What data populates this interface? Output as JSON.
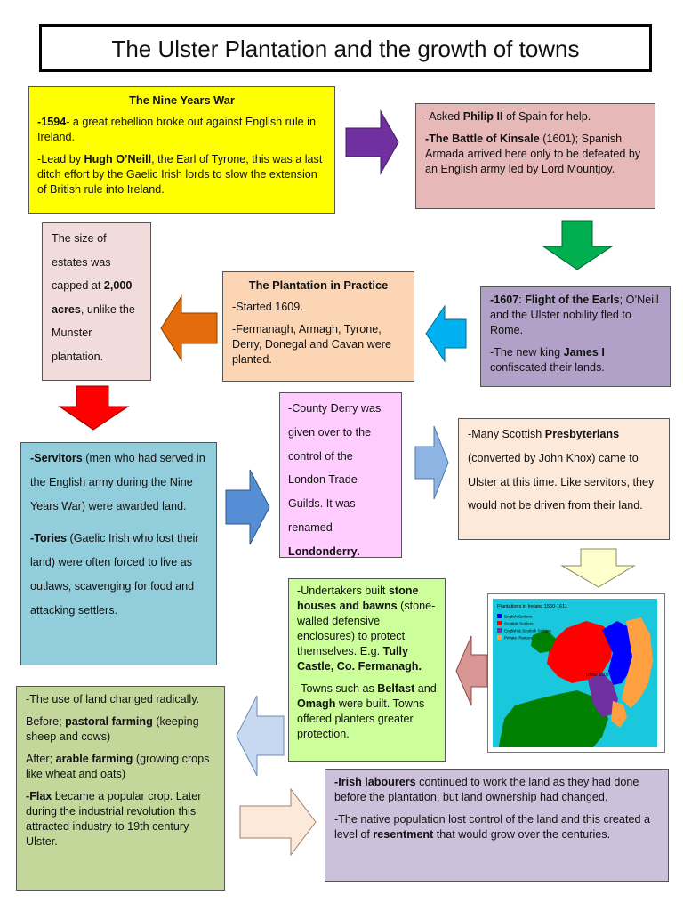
{
  "title": "The Ulster Plantation and the growth of towns",
  "nine_years_war": {
    "heading": "The Nine Years War",
    "p1_b": "-1594",
    "p1_rest": "- a great rebellion broke out against English rule in Ireland.",
    "p2_a": "-Lead by ",
    "p2_b": "Hugh O’Neill",
    "p2_rest": ", the Earl of Tyrone, this was a last ditch effort by the Gaelic Irish lords to slow the extension of British rule into Ireland."
  },
  "philip": {
    "p1_a": "-Asked ",
    "p1_b": "Philip II",
    "p1_rest": " of Spain for help.",
    "p2_b": "-The Battle of Kinsale",
    "p2_rest": " (1601); Spanish Armada arrived here only to be defeated by an English army led by Lord Mountjoy."
  },
  "estates": {
    "a": "The size of estates was capped at ",
    "b": "2,000 acres",
    "rest": ", unlike the Munster plantation."
  },
  "practice": {
    "heading": "The Plantation in Practice",
    "p1": "-Started 1609.",
    "p2": "-Fermanagh, Armagh, Tyrone, Derry, Donegal and Cavan were planted."
  },
  "earls": {
    "p1_b": "-1607",
    "p1_mid": ": ",
    "p1_b2": "Flight of the Earls",
    "p1_rest": "; O’Neill and the Ulster nobility fled to Rome.",
    "p2_a": "-The new king ",
    "p2_b": "James I",
    "p2_rest": " confiscated their lands."
  },
  "derry": {
    "a": "-County Derry was given over to the control of the London Trade Guilds. It was renamed ",
    "b": "Londonderry",
    "rest": "."
  },
  "scots": {
    "a": "-Many Scottish ",
    "b": "Presbyterians",
    "rest": " (converted by John Knox) came to Ulster at this time. Like servitors, they would not be driven from their land."
  },
  "servitors": {
    "p1_b": "-Servitors",
    "p1_rest": " (men who had served in the English army during the Nine Years War) were awarded land.",
    "p2_b": "-Tories",
    "p2_rest": " (Gaelic Irish who lost their land) were often forced to live as outlaws, scavenging for food and attacking settlers."
  },
  "undertakers": {
    "p1_a": "-Undertakers built ",
    "p1_b": "stone houses and bawns",
    "p1_mid": " (stone-walled defensive enclosures) to protect themselves. E.g. ",
    "p1_b2": "Tully Castle, Co. Fermanagh.",
    "p2_a": "-Towns such as ",
    "p2_b": "Belfast",
    "p2_mid": " and ",
    "p2_b2": "Omagh",
    "p2_rest": " were built. Towns offered planters greater protection."
  },
  "map": {
    "title": "Plantations in Ireland 1550-1611",
    "legend": [
      "English Settlers",
      "Scottish Settlers",
      "English & Scottish Settlers",
      "Private Planters"
    ],
    "label": "Ulster 1609"
  },
  "land_use": {
    "p1": "-The use of land changed radically.",
    "p2_a": "Before; ",
    "p2_b": "pastoral farming",
    "p2_rest": " (keeping sheep and cows)",
    "p3_a": "After; ",
    "p3_b": "arable farming",
    "p3_rest": " (growing crops like wheat and oats)",
    "p4_b": "-Flax",
    "p4_rest": " became a popular crop. Later during the industrial revolution this attracted industry to 19th century Ulster."
  },
  "labourers": {
    "p1_b": "-Irish labourers",
    "p1_rest": " continued to work the land as they had done before the plantation, but land ownership had changed.",
    "p2_a": "-The native population lost control of the land and this created a level of ",
    "p2_b": "resentment",
    "p2_rest": " that would grow over the centuries."
  },
  "colors": {
    "map_water": "#19c8dc",
    "english": "#0000ff",
    "scottish": "#ff0000",
    "english_scottish": "#7030a0",
    "private": "#ffa040",
    "other_land": "#008000"
  }
}
